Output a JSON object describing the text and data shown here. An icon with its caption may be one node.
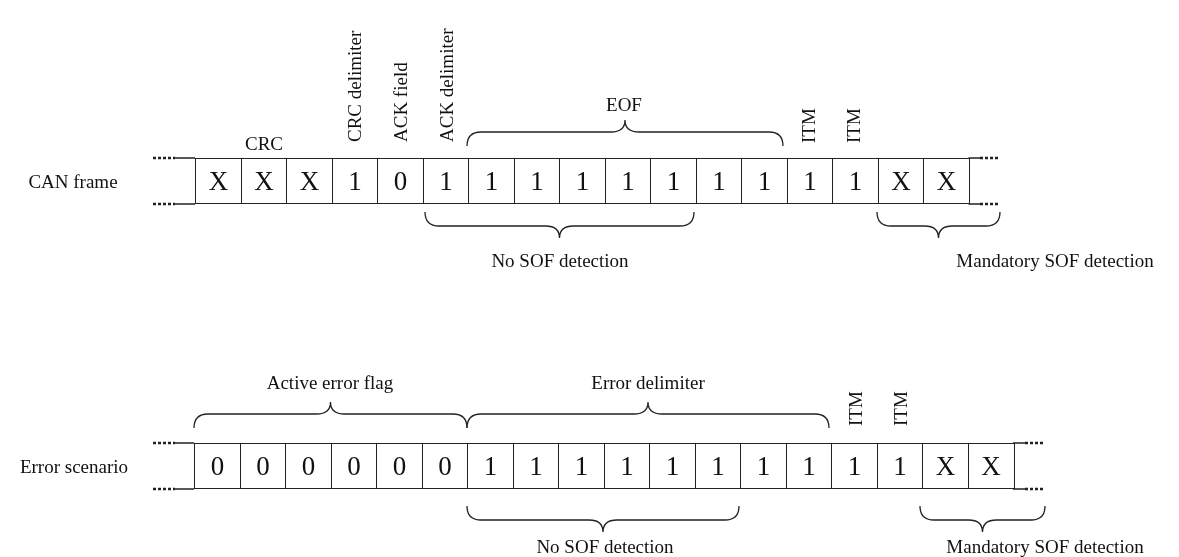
{
  "diagram": {
    "nodes": [
      {
        "text": [
          "X"
        ]
      },
      {
        "text": [
          "X"
        ]
      },
      {
        "text": [
          "X"
        ]
      },
      {
        "text": [
          "1"
        ]
      },
      {
        "text": [
          "0"
        ]
      },
      {
        "text": [
          "1"
        ]
      },
      {
        "text": [
          "1"
        ]
      },
      {
        "text": [
          "1"
        ]
      },
      {
        "text": [
          "1"
        ]
      },
      {
        "text": [
          "1"
        ]
      },
      {
        "text": [
          "1"
        ]
      },
      {
        "text": [
          "1"
        ]
      },
      {
        "text": [
          "1"
        ]
      },
      {
        "text": [
          "1"
        ]
      },
      {
        "text": [
          "1"
        ]
      },
      {
        "text": [
          "X"
        ]
      },
      {
        "text": [
          "X"
        ]
      },
      {
        "text": [
          "0"
        ]
      },
      {
        "text": [
          "0"
        ]
      },
      {
        "text": [
          "0"
        ]
      },
      {
        "text": [
          "0"
        ]
      },
      {
        "text": [
          "0"
        ]
      },
      {
        "text": [
          "0"
        ]
      },
      {
        "text": [
          "1"
        ]
      },
      {
        "text": [
          "1"
        ]
      },
      {
        "text": [
          "1"
        ]
      },
      {
        "text": [
          "1"
        ]
      },
      {
        "text": [
          "1"
        ]
      },
      {
        "text": [
          "1"
        ]
      },
      {
        "text": [
          "1"
        ]
      },
      {
        "text": [
          "1"
        ]
      },
      {
        "text": [
          "1"
        ]
      },
      {
        "text": [
          "1"
        ]
      },
      {
        "text": [
          "X"
        ]
      },
      {
        "text": [
          "X"
        ]
      }
    ],
    "edges": [],
    "labels": [
      "CRC delimiter",
      "ACK field",
      "ACK delimiter",
      "CRC",
      "EOF",
      "ITM",
      "ITM",
      "CAN frame",
      "No SOF detection",
      "Mandatory SOF detection",
      "Active error flag",
      "Error delimiter",
      "ITM",
      "ITM",
      "Error scenario",
      "No SOF detection",
      "Mandatory SOF detection"
    ]
  }
}
